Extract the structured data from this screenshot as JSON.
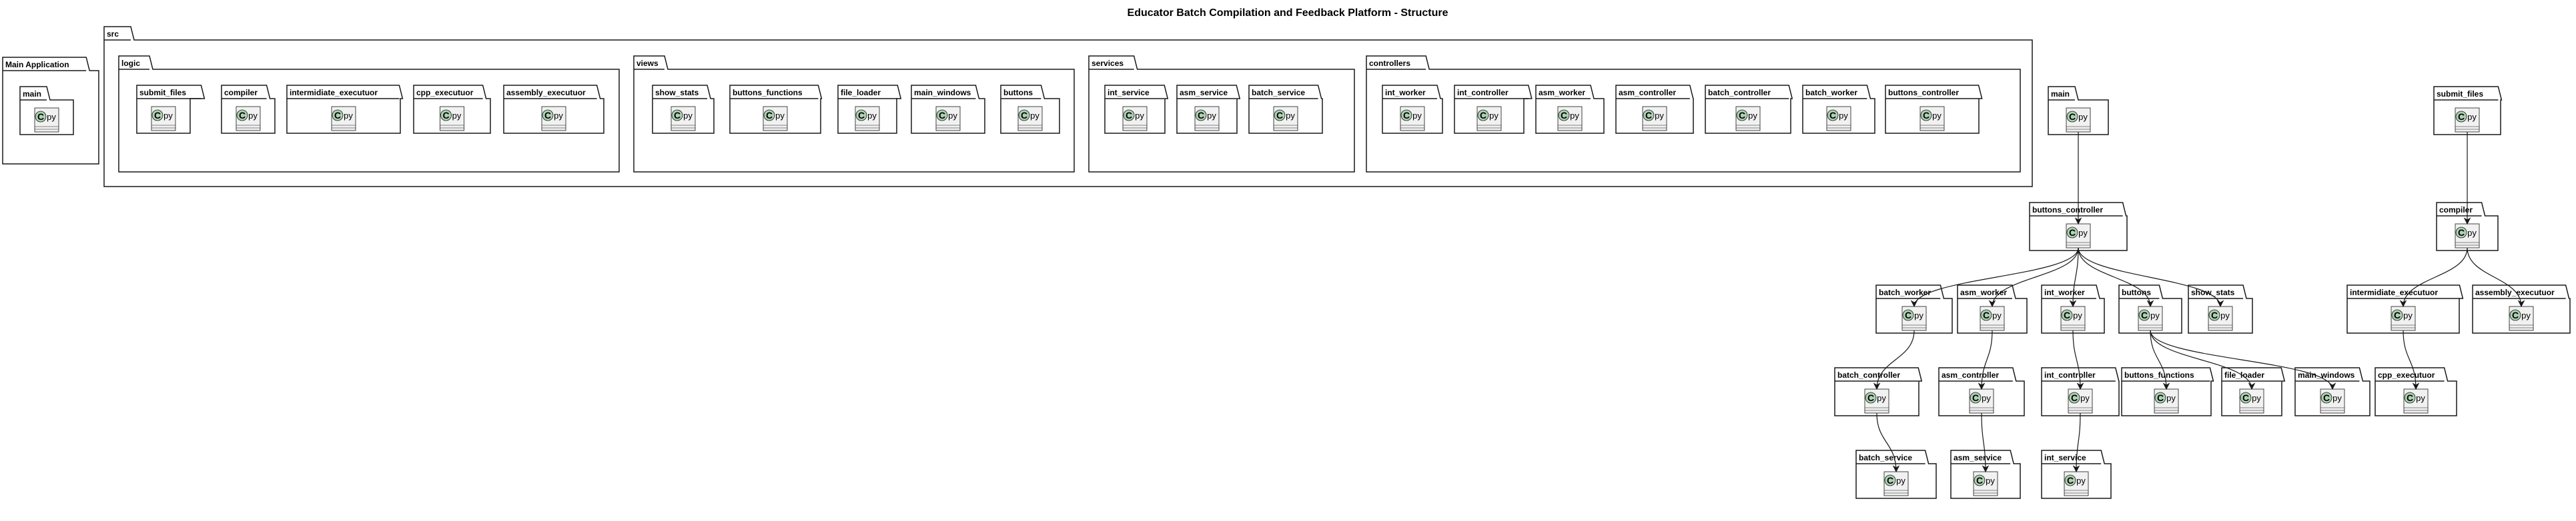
{
  "title": "Educator Batch Compilation and Feedback Platform - Structure",
  "class_name": "py",
  "class_stereotype": "C",
  "colors": {
    "package_fill": "#ffffff",
    "class_fill": "#f1f1f1",
    "stroke": "#181818",
    "circle_fill": "#add1b2",
    "arrow": "#181818"
  },
  "top_packages": {
    "main_application": {
      "label": "Main Application",
      "children": [
        "main"
      ]
    },
    "src": {
      "label": "src",
      "groups": [
        {
          "label": "logic",
          "children": [
            "submit_files",
            "compiler",
            "intermidiate_executuor",
            "cpp_executuor",
            "assembly_executuor"
          ]
        },
        {
          "label": "views",
          "children": [
            "show_stats",
            "buttons_functions",
            "file_loader",
            "main_windows",
            "buttons"
          ]
        },
        {
          "label": "services",
          "children": [
            "int_service",
            "asm_service",
            "batch_service"
          ]
        },
        {
          "label": "controllers",
          "children": [
            "int_worker",
            "int_controller",
            "asm_worker",
            "asm_controller",
            "batch_controller",
            "batch_worker",
            "buttons_controller"
          ]
        }
      ]
    }
  },
  "dependency_packages": [
    "main",
    "buttons_controller",
    "batch_worker",
    "asm_worker",
    "int_worker",
    "buttons",
    "show_stats",
    "batch_controller",
    "asm_controller",
    "int_controller",
    "buttons_functions",
    "file_loader",
    "main_windows",
    "batch_service",
    "asm_service",
    "int_service",
    "submit_files",
    "compiler",
    "intermidiate_executuor",
    "assembly_executuor",
    "cpp_executuor"
  ],
  "dependencies": [
    [
      "main",
      "buttons_controller"
    ],
    [
      "buttons_controller",
      "batch_worker"
    ],
    [
      "buttons_controller",
      "asm_worker"
    ],
    [
      "buttons_controller",
      "int_worker"
    ],
    [
      "buttons_controller",
      "buttons"
    ],
    [
      "buttons_controller",
      "show_stats"
    ],
    [
      "batch_worker",
      "batch_controller"
    ],
    [
      "asm_worker",
      "asm_controller"
    ],
    [
      "int_worker",
      "int_controller"
    ],
    [
      "batch_controller",
      "batch_service"
    ],
    [
      "asm_controller",
      "asm_service"
    ],
    [
      "int_controller",
      "int_service"
    ],
    [
      "buttons",
      "buttons_functions"
    ],
    [
      "buttons",
      "file_loader"
    ],
    [
      "buttons",
      "main_windows"
    ],
    [
      "submit_files",
      "compiler"
    ],
    [
      "compiler",
      "intermidiate_executuor"
    ],
    [
      "compiler",
      "assembly_executuor"
    ],
    [
      "intermidiate_executuor",
      "cpp_executuor"
    ]
  ]
}
